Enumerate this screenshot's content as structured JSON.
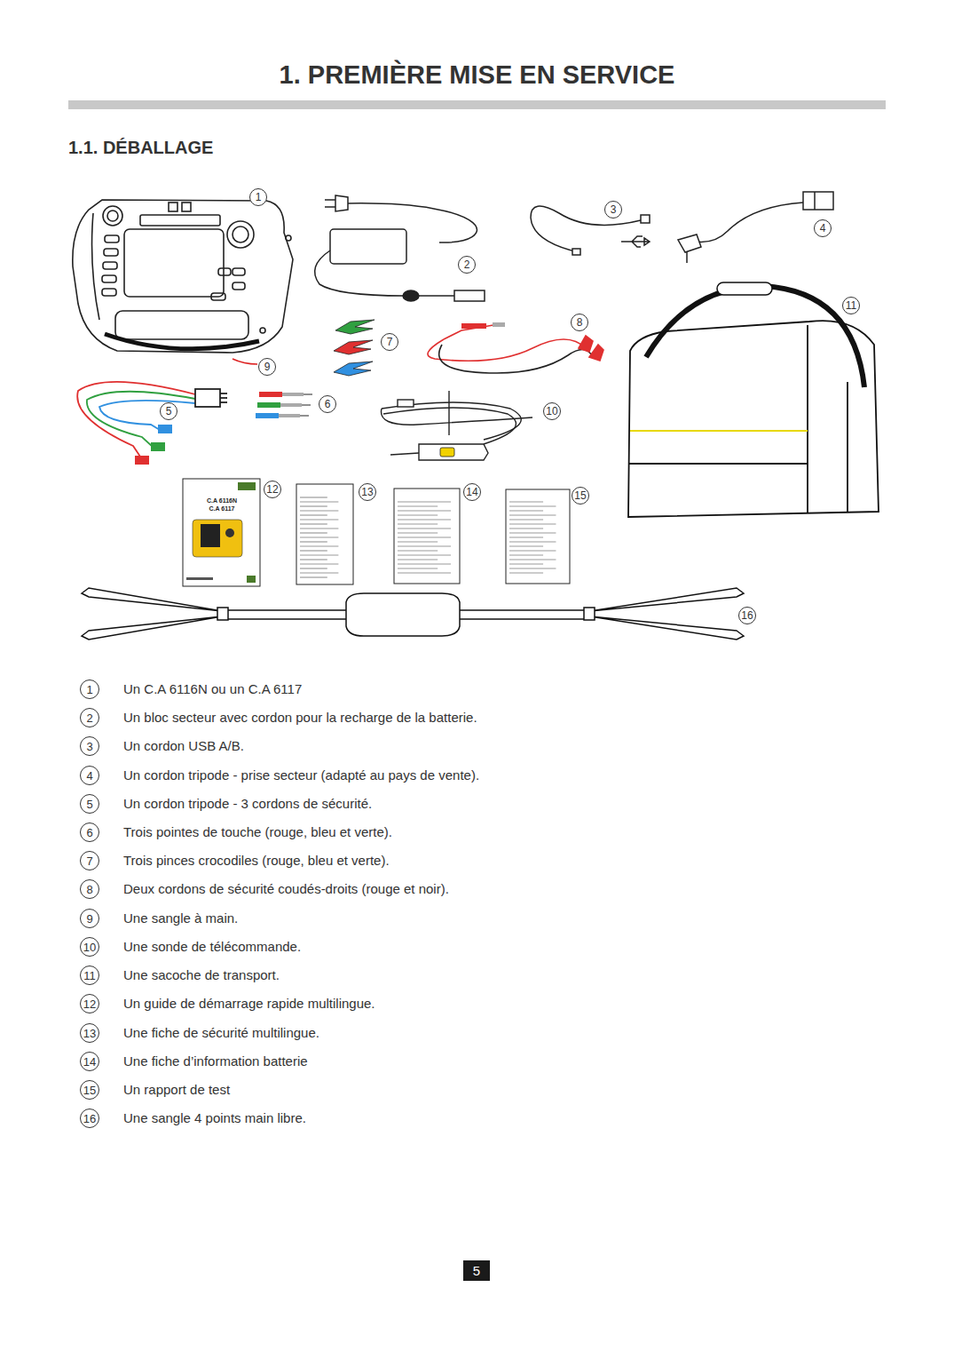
{
  "diagram": {
    "title": "1. PREMIÈRE MISE EN SERVICE",
    "labels": [
      "1.1. DÉBALLAGE",
      "1",
      "2",
      "3",
      "4",
      "5",
      "6",
      "7",
      "8",
      "9",
      "10",
      "11",
      "12",
      "13",
      "14",
      "15",
      "16",
      "C.A 6116N",
      "C.A 6117",
      "1",
      "Un C.A 6116N ou un C.A 6117",
      "2",
      "Un bloc secteur avec cordon pour la recharge de la batterie.",
      "3",
      "Un cordon USB A/B.",
      "4",
      "Un cordon tripode - prise secteur (adapté au pays de vente).",
      "5",
      "Un cordon tripode - 3 cordons de sécurité.",
      "6",
      "Trois pointes de touche (rouge, bleu et verte).",
      "7",
      "Trois pinces crocodiles (rouge, bleu et verte).",
      "8",
      "Deux cordons de sécurité coudés-droits (rouge et noir).",
      "9",
      "Une sangle à main.",
      "10",
      "Une sonde de télécommande.",
      "11",
      "Une sacoche de transport.",
      "12",
      "Un guide de démarrage rapide multilingue.",
      "13",
      "Une fiche de sécurité multilingue.",
      "14",
      "Une fiche d’information batterie",
      "15",
      "Un rapport de test",
      "16",
      "Une sangle 4 points main libre.",
      "5"
    ]
  }
}
